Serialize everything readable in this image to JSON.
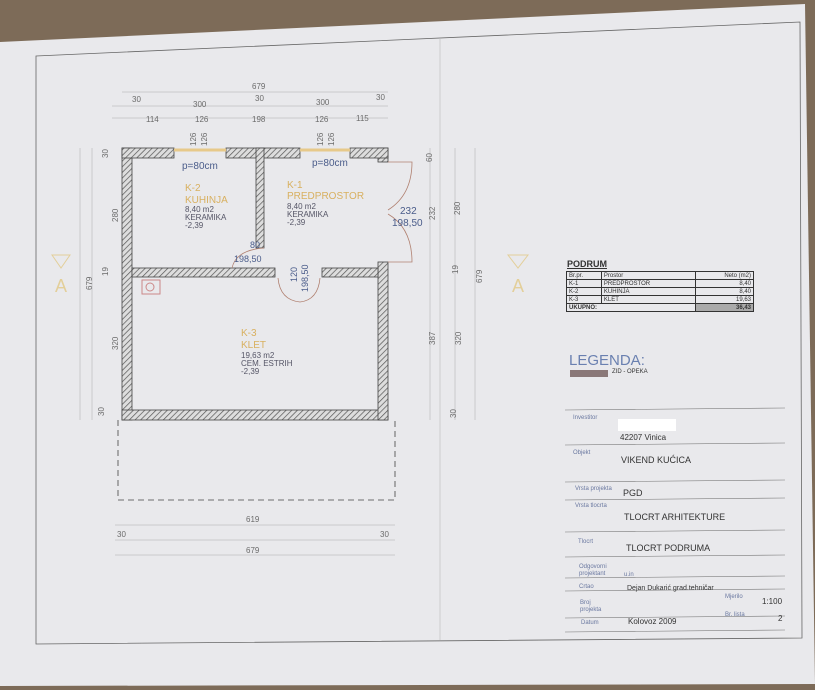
{
  "plan": {
    "dims_top": {
      "total": "679",
      "row1": [
        "30",
        "300",
        "30",
        "300",
        "30"
      ],
      "row2": [
        "114",
        "126",
        "198",
        "126",
        "115"
      ]
    },
    "window_dims": [
      "126",
      "126",
      "126",
      "126"
    ],
    "parapet": [
      "p=80cm",
      "p=80cm"
    ],
    "dims_bottom": {
      "inner": "619",
      "sides": [
        "30",
        "30"
      ],
      "total": "679"
    },
    "dims_left": [
      "30",
      "280",
      "19",
      "320",
      "30",
      "679"
    ],
    "dims_right": [
      "60",
      "232",
      "19",
      "387",
      "30",
      "280",
      "320",
      "679"
    ],
    "doors": [
      {
        "w": "80",
        "h": "198,50"
      },
      {
        "w": "120",
        "h": "198,50"
      },
      {
        "w": "232",
        "h": "198,50"
      }
    ],
    "section_marker": "A",
    "rooms": [
      {
        "code": "K-2",
        "name": "KUHINJA",
        "area": "8,40  m2",
        "floor": "KERAMIKA",
        "level": "-2,39"
      },
      {
        "code": "K-1",
        "name": "PREDPROSTOR",
        "area": "8,40  m2",
        "floor": "KERAMIKA",
        "level": "-2,39"
      },
      {
        "code": "K-3",
        "name": "KLET",
        "area": "19,63  m2",
        "floor": "CEM. ESTRIH",
        "level": "-2,39"
      }
    ]
  },
  "podrum": {
    "title": "PODRUM",
    "headers": [
      "Br.pr.",
      "Prostor",
      "Neto (m2)"
    ],
    "rows": [
      [
        "K-1",
        "PREDPROSTOR",
        "8,40"
      ],
      [
        "K-2",
        "KUHINJA",
        "8,40"
      ],
      [
        "K-3",
        "KLET",
        "19,63"
      ]
    ],
    "total_label": "UKUPNO:",
    "total": "36,43"
  },
  "legenda": {
    "title": "LEGENDA:",
    "item": "ZID - OPEKA"
  },
  "title_block": {
    "investitor_label": "Investitor",
    "investitor_city": "42207 Vinica",
    "objekt_label": "Objekt",
    "objekt": "VIKEND KUĆICA",
    "vrsta_projekta_label": "Vrsta projekta",
    "vrsta_projekta": "PGD",
    "vrsta_tlocrta_label": "Vrsta tlocrta",
    "vrsta_tlocrta": "TLOCRT ARHITEKTURE",
    "tlocrt_label": "Tlocrt",
    "tlocrt": "TLOCRT PODRUMA",
    "odgovorni_label": "Odgovorni projektant",
    "odgovorni": "u.in",
    "crtao_label": "Crtao",
    "crtao": "Dejan Dukarić grad.tehničar",
    "broj_label": "Broj projekta",
    "mjerilo_label": "Mjerilo",
    "mjerilo": "1:100",
    "datum_label": "Datum",
    "datum": "Kolovoz 2009",
    "list_label": "Br. lista",
    "list": "2"
  }
}
